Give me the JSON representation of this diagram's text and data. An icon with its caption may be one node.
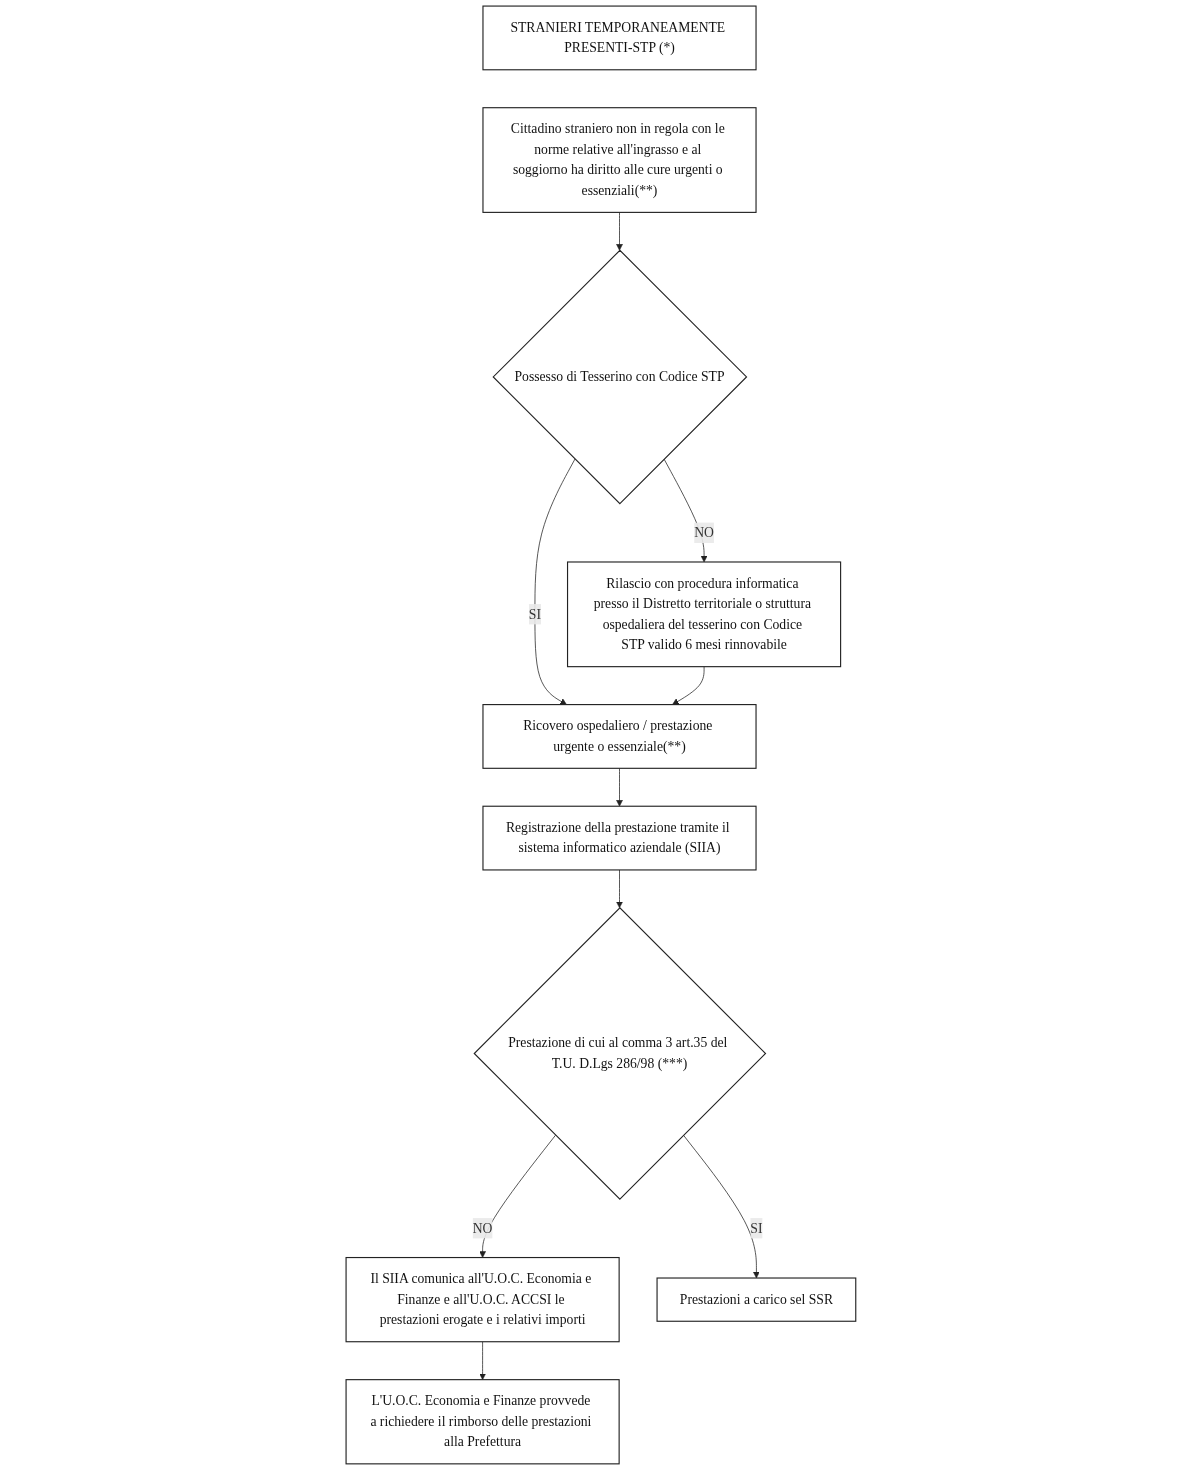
{
  "diagram": {
    "nodes": [
      {
        "text": [
          "STRANIERI TEMPORANEAMENTE PRESENTI-STP (*)"
        ]
      },
      {
        "text": [
          "Cittadino straniero non in regola con le norme relative all'ingrasso e al soggiorno ha diritto alle cure urgenti o essenziali(**)"
        ]
      },
      {
        "text": [
          "Possesso di Tesserino con Codice STP"
        ]
      },
      {
        "text": [
          "Rilascio con procedura informatica presso il Distretto territoriale o struttura ospedaliera del tesserino con Codice STP valido 6 mesi rinnovabile"
        ]
      },
      {
        "text": [
          "Ricovero ospedaliero / prestazione urgente o essenziale(**)"
        ]
      },
      {
        "text": [
          "Registrazione della prestazione tramite il sistema informatico aziendale (SIIA)"
        ]
      },
      {
        "text": [
          "Prestazione di cui al comma 3 art.35 del T.U. D.Lgs 286/98 (***)"
        ]
      },
      {
        "text": [
          "Il SIIA comunica all'U.O.C. Economia e Finanze e all'U.O.C. ACCSI le prestazioni erogate e i relativi importi"
        ]
      },
      {
        "text": [
          "Prestazioni a carico sel SSR"
        ]
      },
      {
        "text": [
          "L'U.O.C. Economia e Finanze provvede a richiedere il rimborso delle prestazioni alla Prefettura"
        ]
      }
    ],
    "edges": [
      {
        "from": 1,
        "to": 2,
        "arrow": "to"
      },
      {
        "from": 2,
        "to": 3,
        "arrow": "to",
        "label": "NO"
      },
      {
        "from": 2,
        "to": 4,
        "arrow": "to",
        "label": "SI"
      },
      {
        "from": 3,
        "to": 4,
        "arrow": "to"
      },
      {
        "from": 4,
        "to": 5,
        "arrow": "to"
      },
      {
        "from": 5,
        "to": 6,
        "arrow": "to"
      },
      {
        "from": 6,
        "to": 7,
        "arrow": "to",
        "label": "NO"
      },
      {
        "from": 6,
        "to": 8,
        "arrow": "to",
        "label": "SI"
      },
      {
        "from": 7,
        "to": 9,
        "arrow": "to"
      }
    ]
  }
}
